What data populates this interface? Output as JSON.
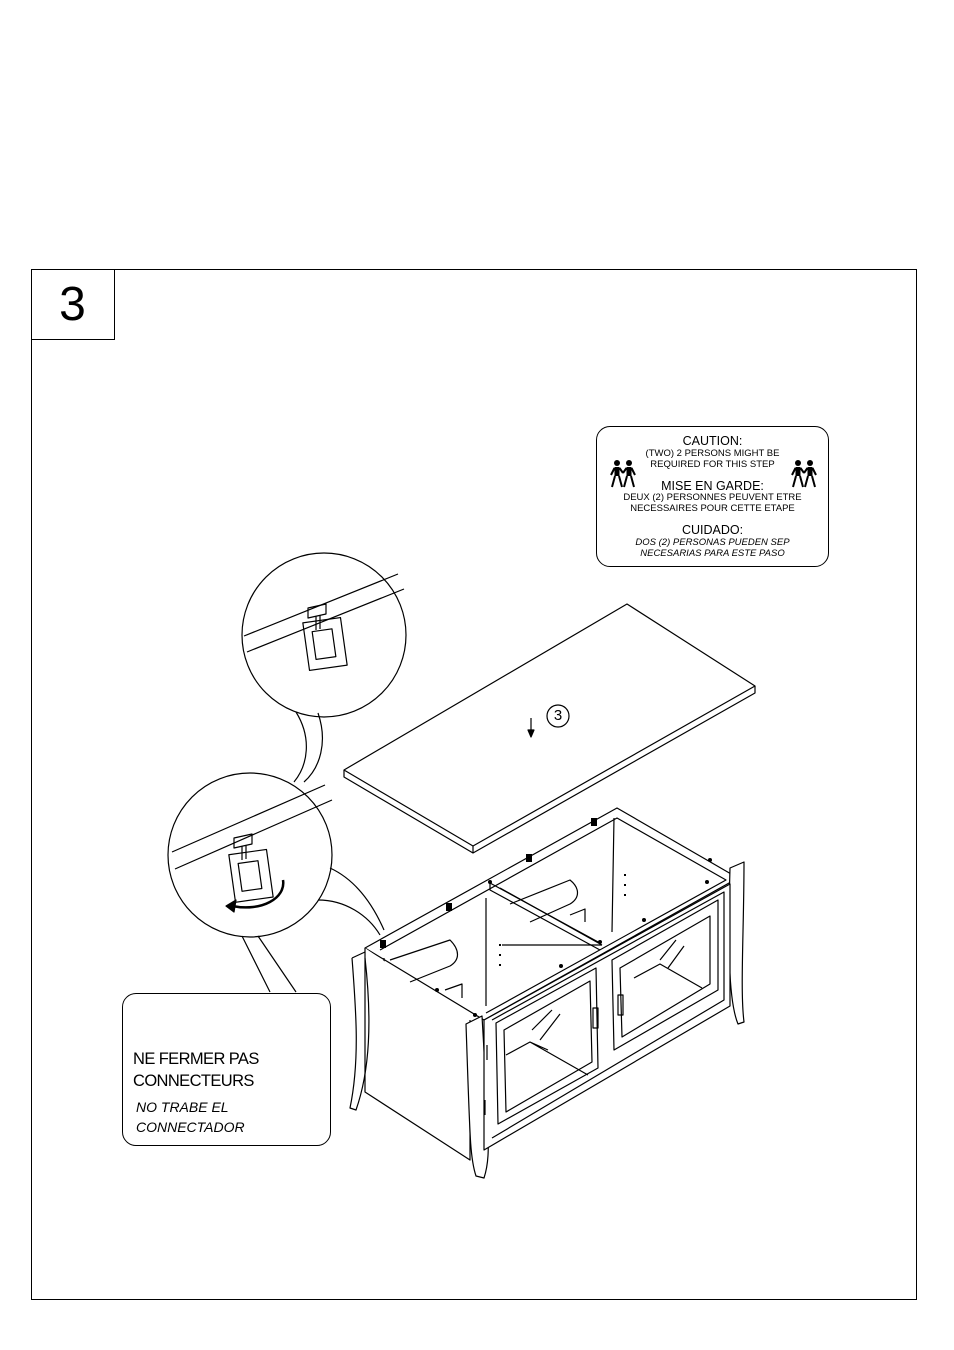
{
  "step": {
    "number": "3"
  },
  "caution": {
    "en_title": "CAUTION:",
    "en_line1": "(TWO) 2 PERSONS MIGHT BE",
    "en_line2": "REQUIRED FOR THIS STEP",
    "fr_title": "MISE EN GARDE:",
    "fr_line1": "DEUX (2) PERSONNES PEUVENT ETRE",
    "fr_line2": "NECESSAIRES POUR CETTE ETAPE",
    "es_title": "CUIDADO:",
    "es_line1": "DOS (2) PERSONAS PUEDEN SEP",
    "es_line2": "NECESARIAS PARA ESTE PASO",
    "icons": [
      "two-persons-icon",
      "two-persons-icon"
    ]
  },
  "drawing": {
    "part_label": "③"
  },
  "note": {
    "fr_line1": "NE FERMER PAS",
    "fr_line2": "CONNECTEURS",
    "es_line1": "NO TRABE EL",
    "es_line2": "CONNECTADOR"
  }
}
